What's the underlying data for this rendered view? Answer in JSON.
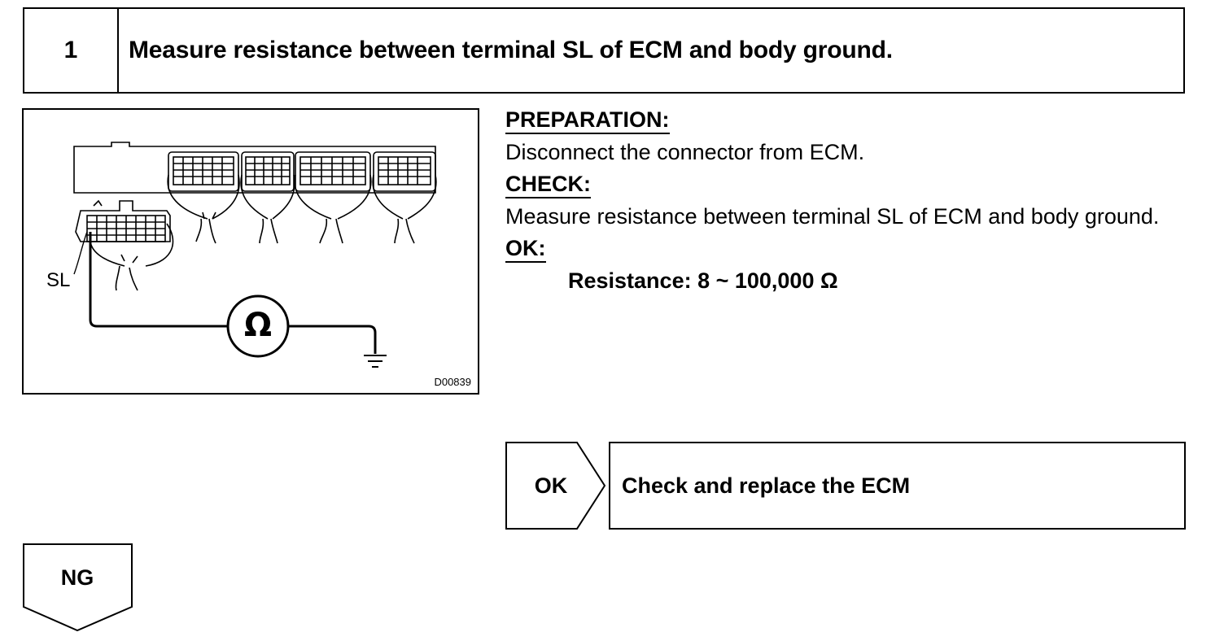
{
  "step": {
    "number": "1",
    "title": "Measure resistance between terminal SL of ECM and body ground."
  },
  "figure": {
    "terminal_label": "SL",
    "meter_symbol": "Ω",
    "code": "D00839"
  },
  "content": {
    "preparation_heading": "PREPARATION:",
    "preparation_text": "Disconnect the connector from ECM.",
    "check_heading": "CHECK:",
    "check_text": "Measure resistance between terminal SL of ECM and body ground.",
    "ok_heading": "OK:",
    "ok_spec": "Resistance: 8 ~ 100,000 Ω"
  },
  "results": {
    "ok_label": "OK",
    "ok_action": "Check and replace the ECM",
    "ng_label": "NG"
  }
}
